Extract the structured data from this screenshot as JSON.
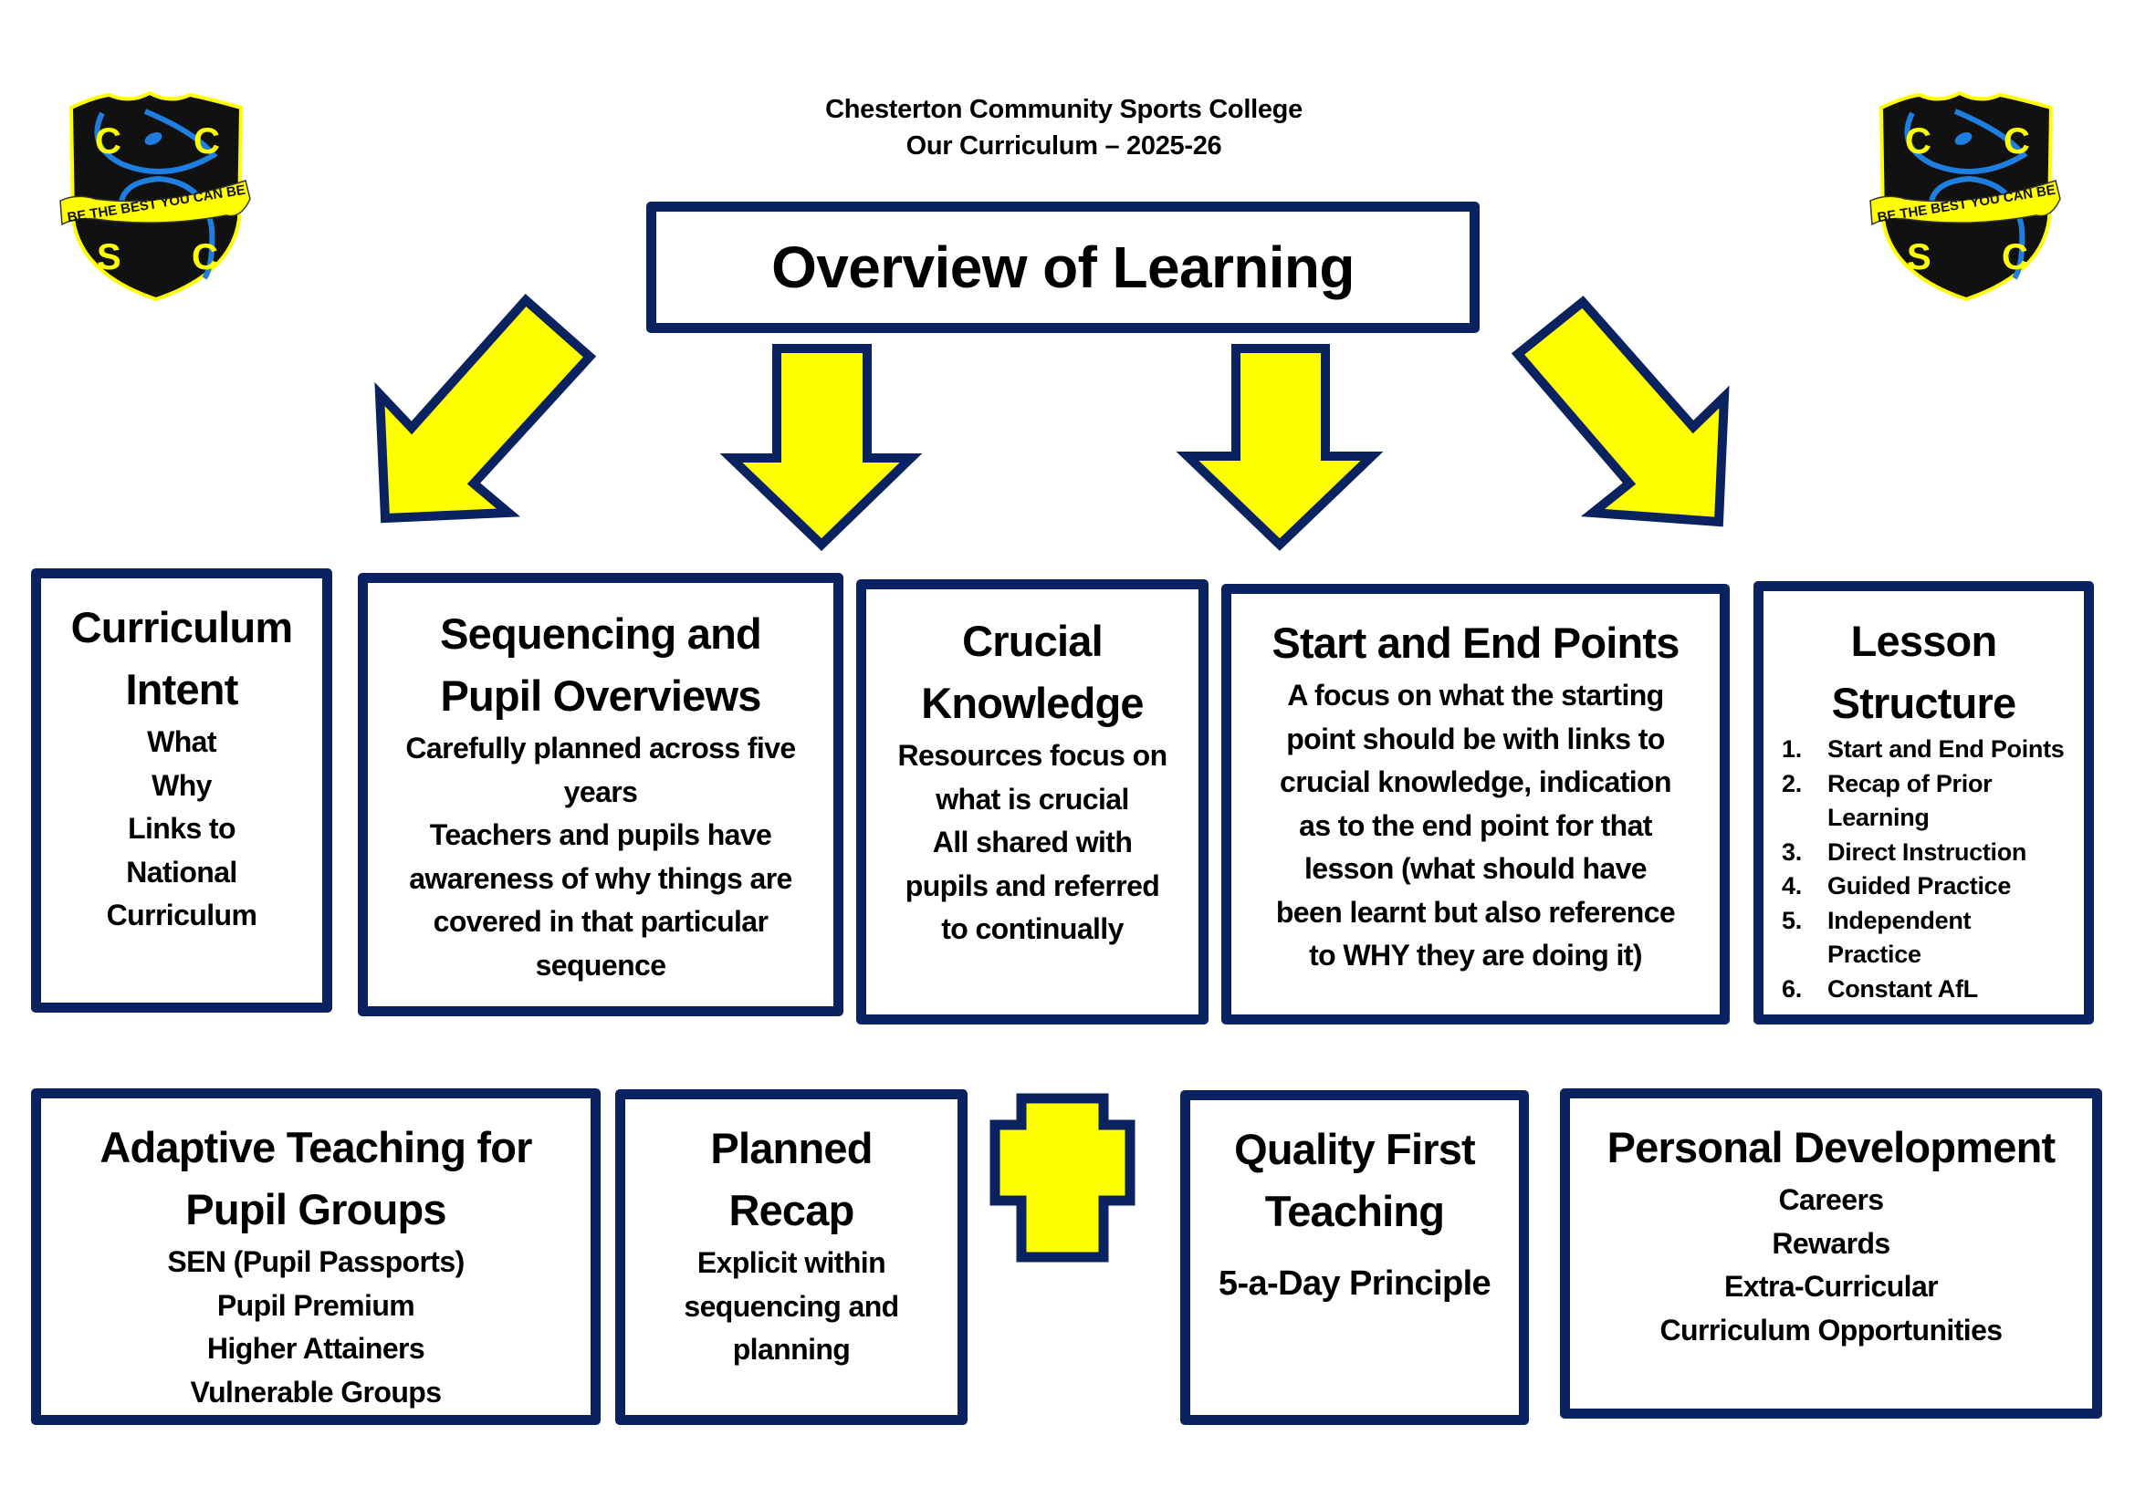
{
  "header": {
    "school_name": "Chesterton Community Sports College",
    "subtitle": "Our Curriculum – 2025-26"
  },
  "crest": {
    "motto": "BE THE BEST YOU CAN BE",
    "letters": [
      "C",
      "C",
      "S",
      "C"
    ],
    "colors": {
      "shield": "#111111",
      "outline": "#ffff00",
      "swoosh": "#1e7fe0",
      "banner": "#ffff00"
    }
  },
  "title": "Overview of Learning",
  "colors": {
    "border": "#0b2260",
    "arrow_fill": "#ffff00",
    "arrow_outline": "#0b2260"
  },
  "top_row": [
    {
      "title_lines": [
        "Curriculum",
        "Intent"
      ],
      "body_lines": [
        "What",
        "Why",
        "Links to",
        "National",
        "Curriculum"
      ]
    },
    {
      "title_lines": [
        "Sequencing and",
        "Pupil Overviews"
      ],
      "body_lines": [
        "Carefully planned across five",
        "years",
        "Teachers and pupils have",
        "awareness of why things are",
        "covered in that particular",
        "sequence"
      ]
    },
    {
      "title_lines": [
        "Crucial",
        "Knowledge"
      ],
      "body_lines": [
        "Resources focus on",
        "what is crucial",
        "All shared with",
        "pupils and referred",
        "to continually"
      ]
    },
    {
      "title_lines": [
        "Start and End Points"
      ],
      "body_lines": [
        "A focus on what the starting",
        "point should be with links to",
        "crucial knowledge, indication",
        "as to the end point for that",
        "lesson (what should have",
        "been learnt but also reference",
        "to WHY they are doing it)"
      ]
    },
    {
      "title_lines": [
        "Lesson",
        "Structure"
      ],
      "list": [
        {
          "num": "1.",
          "lines": [
            "Start and End Points"
          ]
        },
        {
          "num": "2.",
          "lines": [
            "Recap of Prior",
            "Learning"
          ]
        },
        {
          "num": "3.",
          "lines": [
            "Direct Instruction"
          ]
        },
        {
          "num": "4.",
          "lines": [
            "Guided Practice"
          ]
        },
        {
          "num": "5.",
          "lines": [
            "Independent",
            "Practice"
          ]
        },
        {
          "num": "6.",
          "lines": [
            "Constant AfL"
          ]
        }
      ]
    }
  ],
  "bottom_row": [
    {
      "title_lines": [
        "Adaptive Teaching for",
        "Pupil Groups"
      ],
      "body_lines": [
        "SEN (Pupil Passports)",
        "Pupil Premium",
        "Higher Attainers",
        "Vulnerable Groups"
      ]
    },
    {
      "title_lines": [
        "Planned",
        "Recap"
      ],
      "body_lines": [
        "Explicit within",
        "sequencing and",
        "planning"
      ]
    },
    {
      "title_lines": [
        "Quality First",
        "Teaching"
      ],
      "body_lines": [
        "5-a-Day Principle"
      ]
    },
    {
      "title_lines": [
        "Personal Development"
      ],
      "body_lines": [
        "Careers",
        "Rewards",
        "Extra-Curricular",
        "Curriculum Opportunities"
      ]
    }
  ]
}
